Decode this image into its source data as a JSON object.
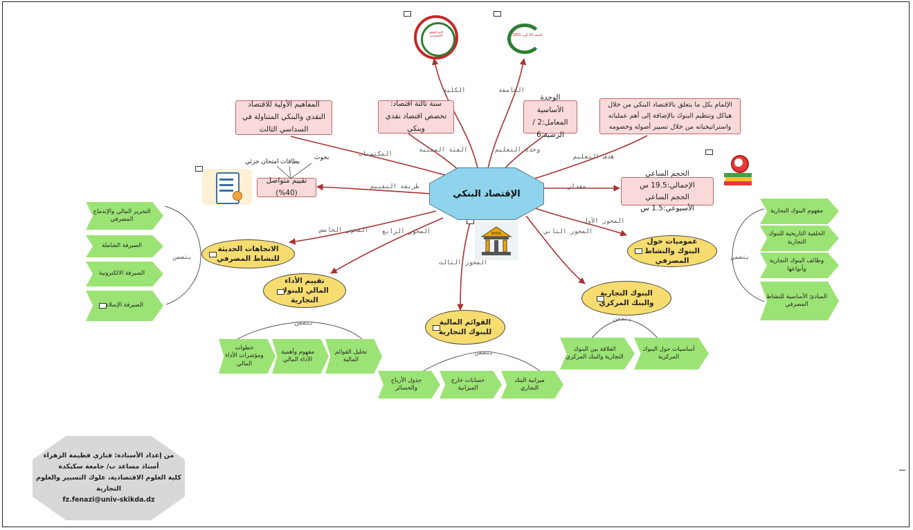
{
  "center": "الإقتصاد البنكي",
  "branch_labels": {
    "college": "الكلية",
    "university": "الجامعة",
    "prerequisites": "المكتسبات",
    "target": "الفئة المعنية",
    "unit": "وحدة التعليم",
    "goal": "هدف التعليم",
    "method": "طريقة التقييم",
    "volume": "مقدار",
    "axis1": "المحور الأول",
    "axis2": "المحور الثاني",
    "axis3": "المحور الثالث",
    "axis4": "المحور الرابع",
    "axis5": "المحور الخامس",
    "includes": "يتضمن"
  },
  "boxes": {
    "prereq": "المفاهيم الأولية للاقتصاد النقدي والبنكي المتناولة في السداسي الثالث",
    "target": "سنة ثالثة اقتصاد: تخصص اقتصاد نقدي وبنكي",
    "unit": "الوحدة الأساسية المعامل:2 /الرصيد:6",
    "goal": "الإلمام بكل ما يتعلق بالاقتصاد البنكي من خلال هياكل وتنظيم البنوك بالإضافة إلى أهم عملياته واستراتيجياته من خلال تسيير أصوله وخصومه",
    "eval": "تقييم متواصل (40%)",
    "hours_total": "الحجم الساعي الإجمالي:19.5 س",
    "hours_week": "الحجم الساعي الأسبوعي:1.5 س"
  },
  "eval_items": [
    "بحوث",
    "بطاقات",
    "امتحان جزئي"
  ],
  "axes": {
    "a1": "عموميات حول البنوك والنشاط المصرفي",
    "a2": "البنوك التجارية والبنك المركزي",
    "a3": "القوائم المالية للبنوك التجارية",
    "a4": "تقييم الأداء المالي للبنوك التجارية",
    "a5": "الاتجاهات الحديثة للنشاط المصرفي"
  },
  "a1_items": [
    "مفهوم البنوك التجارية",
    "الخلفية التاريخية للبنوك التجارية",
    "وظائف البنوك التجارية وأنواعها",
    "المبادئ الأساسية للنشاط المصرفي"
  ],
  "a2_items": [
    "أساسيات حول البنوك المركزية",
    "العلاقة بين البنوك التجارية والبنك المركزي"
  ],
  "a3_items": [
    "ميزانية البنك التجاري",
    "حسابات خارج الميزانية",
    "جدول الأرباح والخسائر"
  ],
  "a4_items": [
    "تحليل القوائم المالية",
    "مفهوم وأهمية الأداء المالي",
    "خطوات ومؤشرات الأداء المالي"
  ],
  "a5_items": [
    "التحرير المالي والإندماج المصرفي",
    "الصيرفة الشاملة",
    "الصيرفة الالكترونية",
    "الصيرفة الإسلامية"
  ],
  "logos": {
    "college_text": "كلية العلوم الاقتصادية",
    "university_text": "جامعة 20 أوت 1955",
    "bank_text": "BANK"
  },
  "credits": [
    "من إعداد الأستاذة: فنازي فطيمة الزهراء",
    "أستاذ مساعد ب/ جامعة سكيكدة",
    "كلية العلوم الاقتصادية، علوك التسيير والعلوم",
    "التجارية",
    "fz.fenazi@univ-skikda.dz"
  ],
  "colors": {
    "center": "#8fd3ec",
    "pink": "#f9d9d9",
    "yellow": "#f7dc6f",
    "green": "#9be374",
    "link": "#a83232"
  }
}
